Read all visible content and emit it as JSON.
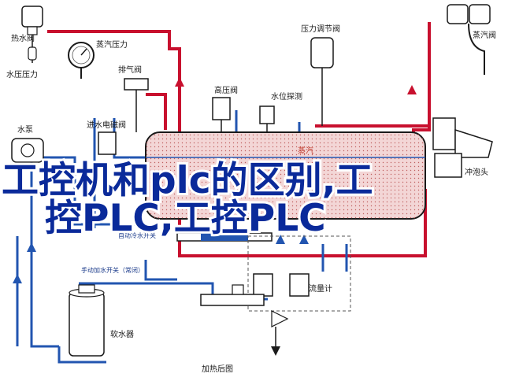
{
  "labels": {
    "heat_valve": "热水阀",
    "steam_pressure": "蒸汽压力",
    "water_pressure": "水压压力",
    "exhaust_valve": "排气阀",
    "pressure_valve": "压力调节阀",
    "steam_valve": "蒸汽阀",
    "high_pressure_valve": "高压阀",
    "water_level_probe": "水位探测",
    "water_pump": "水泵",
    "inlet_solenoid": "进水电磁阀",
    "steam": "蒸汽",
    "flush_head": "冲泡头",
    "auto_water_switch": "自动冷水开关",
    "manual_water_switch": "手动加水开关（常闭）",
    "flowmeter": "流量计",
    "softener": "软水器",
    "diagram_title": "加热后图"
  },
  "overlay": {
    "line1": "工控机和plc的区别,工",
    "line2": "控PLC,工控PLC"
  },
  "colors": {
    "hot_pipe": "#c8102e",
    "cold_pipe": "#2255b0",
    "tank_fill": "#f3d6d6",
    "overlay_text": "#0a2a9a"
  }
}
